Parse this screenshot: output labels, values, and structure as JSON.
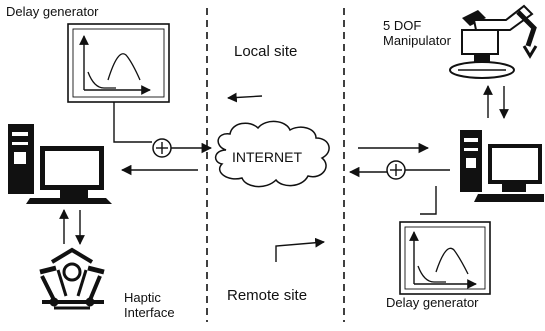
{
  "labels": {
    "delay_generator_top": "Delay generator",
    "local_site": "Local site",
    "dof_line1": "5 DOF",
    "dof_line2": "Manipulator",
    "internet": "INTERNET",
    "remote_site": "Remote site",
    "haptic_line1": "Haptic",
    "haptic_line2": "Interface",
    "delay_generator_bottom": "Delay generator"
  },
  "colors": {
    "ink": "#111111",
    "background": "#ffffff"
  },
  "icons": [
    "plus-circle-icon",
    "cloud-icon",
    "computer-icon",
    "robot-arm-icon",
    "haptic-device-icon"
  ]
}
